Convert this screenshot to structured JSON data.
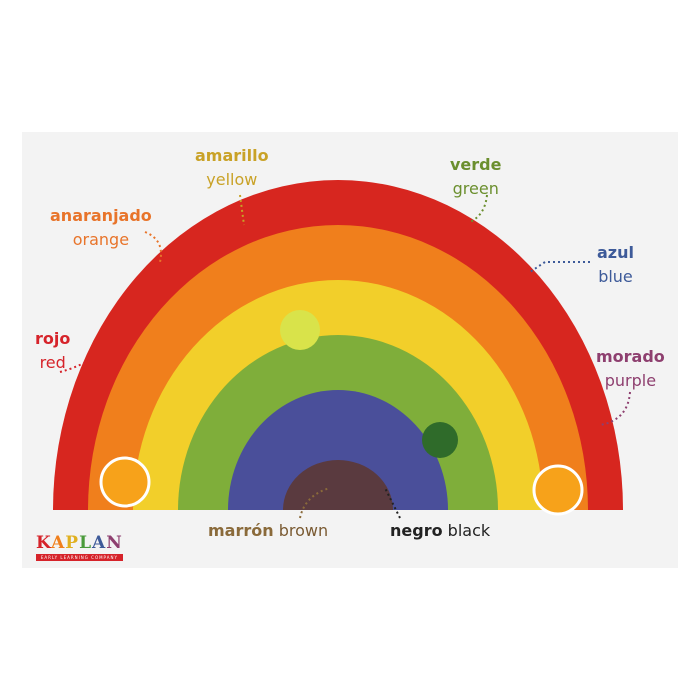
{
  "labels": {
    "yellow": {
      "spanish": "amarillo",
      "english": "yellow",
      "color": "#c9a227"
    },
    "orange": {
      "spanish": "anaranjado",
      "english": "orange",
      "color": "#e8742a"
    },
    "green": {
      "spanish": "verde",
      "english": "green",
      "color": "#6b8f2e"
    },
    "blue": {
      "spanish": "azul",
      "english": "blue",
      "color": "#3d5a99"
    },
    "red": {
      "spanish": "rojo",
      "english": "red",
      "color": "#d6232a"
    },
    "purple": {
      "spanish": "morado",
      "english": "purple",
      "color": "#8e3f6f"
    },
    "brown": {
      "spanish": "marrón",
      "english": "brown",
      "color": "#8a6a3a"
    },
    "black": {
      "spanish": "negro",
      "english": "black",
      "color": "#222222"
    }
  },
  "logo": {
    "name": "KAPLAN",
    "tagline": "EARLY LEARNING COMPANY"
  }
}
